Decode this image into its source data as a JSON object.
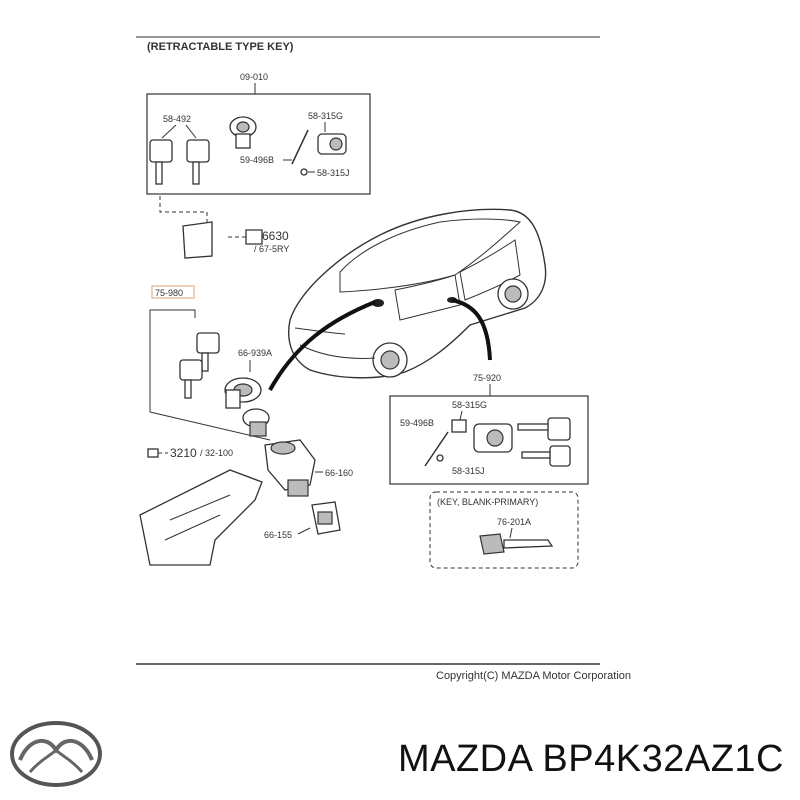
{
  "diagram": {
    "header": "(RETRACTABLE TYPE KEY)",
    "labels": {
      "assy_top": "09-010",
      "keys_top": "58-492",
      "p58_315G_top": "58-315G",
      "p59_496B_top": "59-496B",
      "p58_315J_top": "58-315J",
      "p6630": "6630",
      "p67_5RY": "/ 67-5RY",
      "p75_980": "75-980",
      "p66_939A": "66-939A",
      "p3210": "3210",
      "p32_100": "/ 32-100",
      "p66_160": "66-160",
      "p66_155": "66-155",
      "p75_920": "75-920",
      "p58_315G_bot": "58-315G",
      "p59_496B_bot": "59-496B",
      "p58_315J_bot": "58-315J",
      "blank_header": "(KEY, BLANK-PRIMARY)",
      "p76_201A": "76-201A"
    }
  },
  "copyright": "Copyright(C) MAZDA Motor Corporation",
  "footer": {
    "brand": "MAZDA",
    "part_number": "BP4K32AZ1C",
    "text": "MAZDA BP4K32AZ1C"
  },
  "logo_icon": "mazda-logo-icon"
}
